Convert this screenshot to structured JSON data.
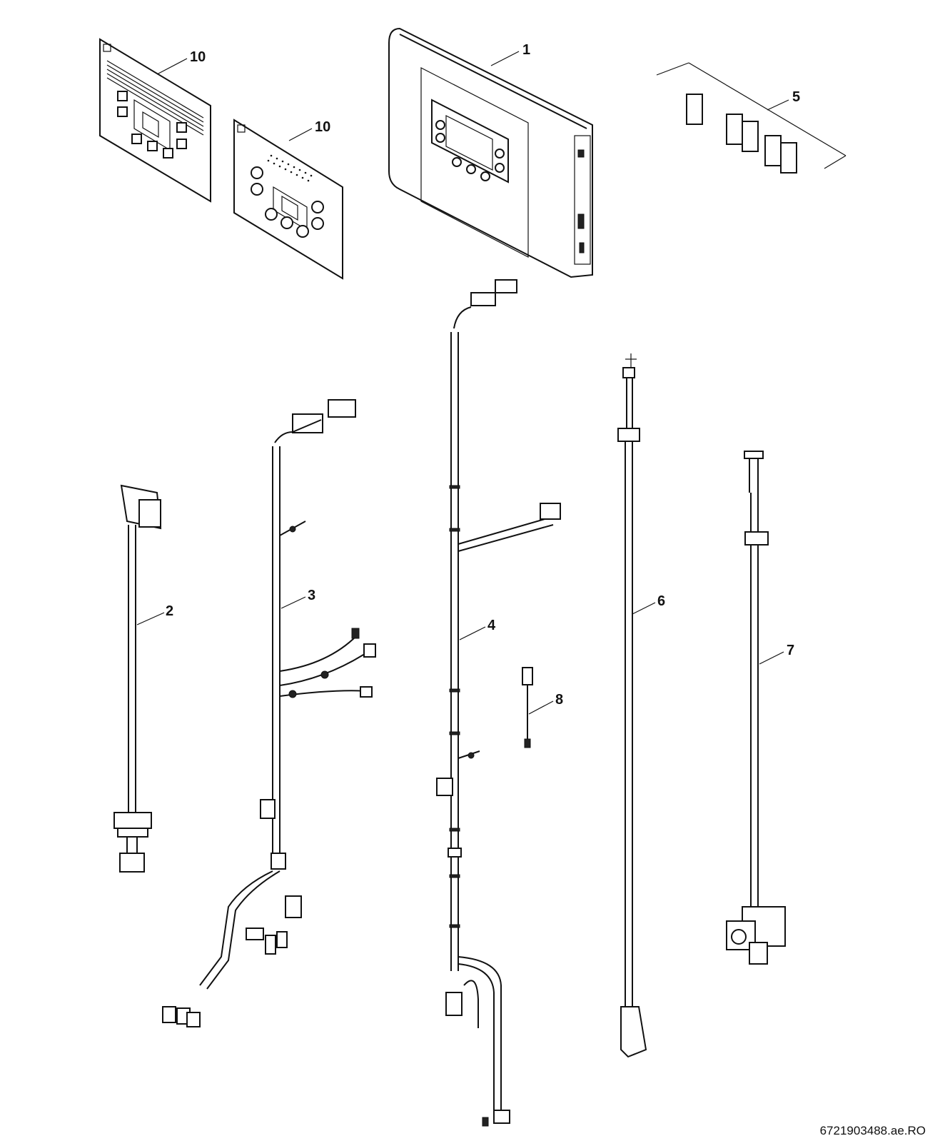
{
  "diagram": {
    "callouts": [
      {
        "id": "label-1",
        "text": "1"
      },
      {
        "id": "label-10a",
        "text": "10"
      },
      {
        "id": "label-10b",
        "text": "10"
      },
      {
        "id": "label-5",
        "text": "5"
      },
      {
        "id": "label-2",
        "text": "2"
      },
      {
        "id": "label-3",
        "text": "3"
      },
      {
        "id": "label-4",
        "text": "4"
      },
      {
        "id": "label-6",
        "text": "6"
      },
      {
        "id": "label-7",
        "text": "7"
      },
      {
        "id": "label-8",
        "text": "8"
      }
    ],
    "footer_code": "6721903488.ae.RO"
  }
}
